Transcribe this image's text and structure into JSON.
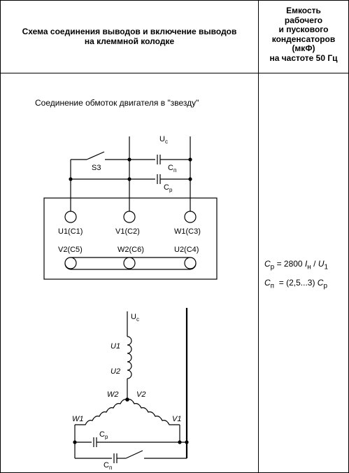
{
  "header": {
    "left_line1": "Схема соединения выводов и включение выводов",
    "left_line2": "на клеммной колодке",
    "right_lines": [
      "Емкость",
      "рабочего",
      "и пускового",
      "конденсаторов",
      "(мкФ)",
      "на частоте 50 Гц"
    ]
  },
  "diagram": {
    "title": "Соединение обмоток двигателя в \"звезду\"",
    "labels": {
      "uc_top": "U",
      "uc_top_sub": "c",
      "s3": "S3",
      "cp_top": "C",
      "cp_top_sub": "п",
      "cr_top": "C",
      "cr_top_sub": "р",
      "u1c1": "U1(C1)",
      "v1c2": "V1(C2)",
      "w1c3": "W1(C3)",
      "v2c5": "V2(C5)",
      "w2c6": "W2(C6)",
      "u2c4": "U2(C4)",
      "uc_bottom": "U",
      "uc_bottom_sub": "c",
      "u1": "U1",
      "u2": "U2",
      "w2": "W2",
      "v2": "V2",
      "w1": "W1",
      "v1": "V1",
      "cr_bottom": "C",
      "cr_bottom_sub": "р",
      "cp_bottom": "C",
      "cp_bottom_sub": "п"
    }
  },
  "formulas": {
    "f1_a": "C",
    "f1_a_sub": "р",
    "f1_b": " = 2800 ",
    "f1_c": "I",
    "f1_c_sub": "н",
    "f1_d": " / ",
    "f1_e": "U",
    "f1_e_sub": "1",
    "f2_a": "C",
    "f2_a_sub": "п",
    "f2_b": "  = (2,5...3) ",
    "f2_c": "C",
    "f2_c_sub": "р"
  }
}
